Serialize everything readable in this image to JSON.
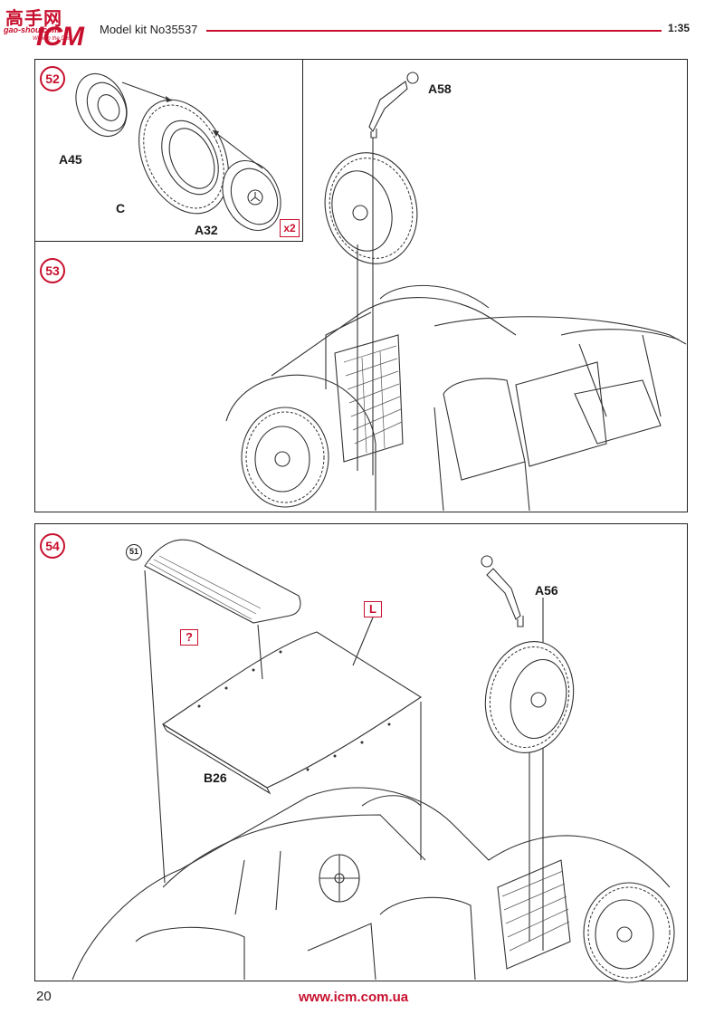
{
  "header": {
    "logo_cn": "高手网",
    "logo_url": "gao-shou.com",
    "logo_brand": "ICM",
    "logo_slogan": "Wow in the Dust",
    "title": "Model kit No35537",
    "scale": "1:35"
  },
  "panel_52": {
    "step": "52",
    "parts": [
      "A45",
      "C",
      "A32"
    ],
    "multiplier": "x2"
  },
  "panel_53": {
    "step": "53",
    "parts": [
      "A58"
    ]
  },
  "panel_54": {
    "step": "54",
    "ref_step": "51",
    "optional_mark": "?",
    "paint_mark": "L",
    "parts": [
      "A56",
      "B26"
    ]
  },
  "footer": {
    "page_number": "20",
    "url": "www.icm.com.ua"
  },
  "colors": {
    "accent_red": "#c8102e",
    "line": "#333333"
  }
}
